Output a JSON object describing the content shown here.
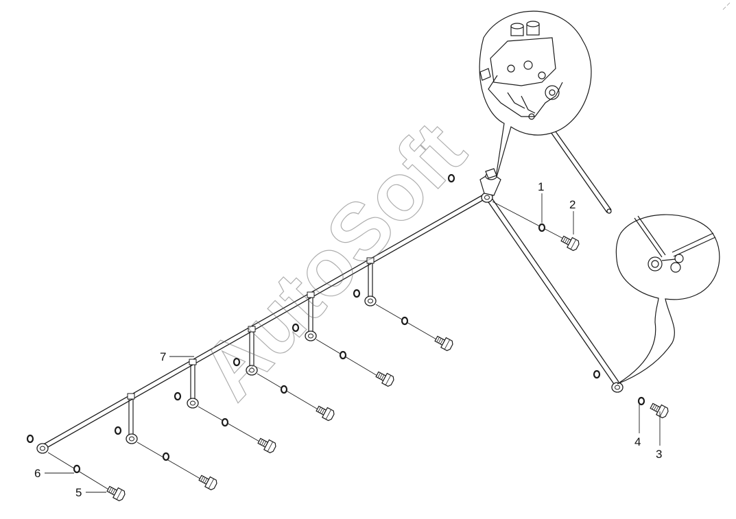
{
  "watermark": {
    "text": "AutoSoft"
  },
  "callouts": [
    {
      "id": "1",
      "label": "1"
    },
    {
      "id": "2",
      "label": "2"
    },
    {
      "id": "3",
      "label": "3"
    },
    {
      "id": "4",
      "label": "4"
    },
    {
      "id": "5",
      "label": "5"
    },
    {
      "id": "6",
      "label": "6"
    },
    {
      "id": "7",
      "label": "7"
    }
  ],
  "colors": {
    "line": "#1a1a1a",
    "fill": "#ffffff",
    "watermark": "#6b6b6b"
  }
}
